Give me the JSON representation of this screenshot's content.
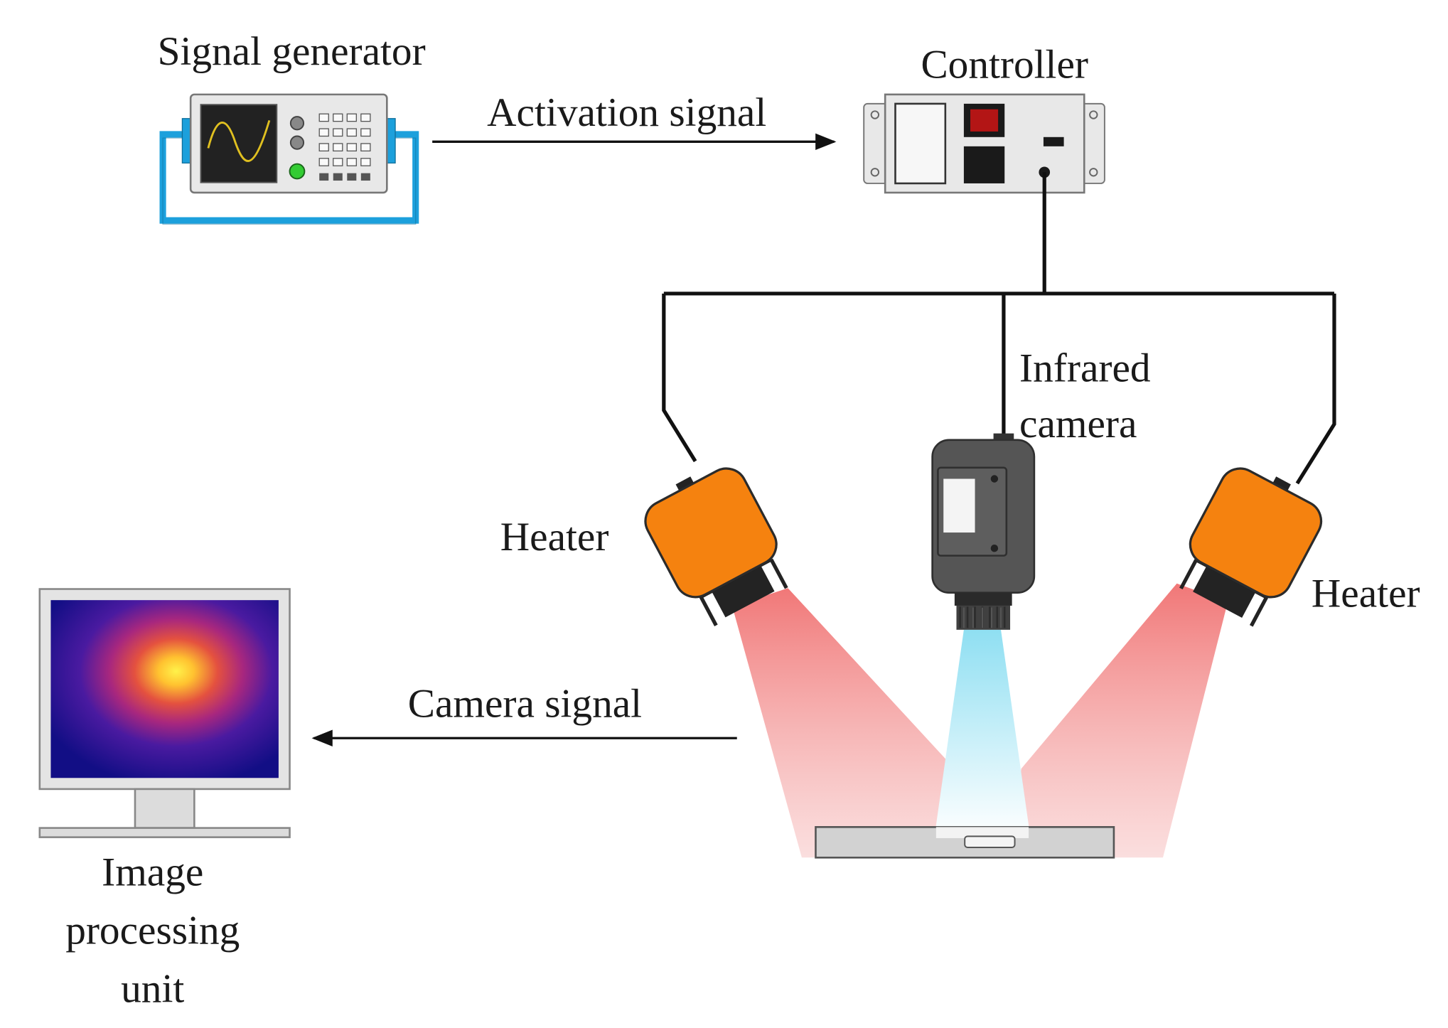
{
  "labels": {
    "signal_generator": "Signal generator",
    "controller": "Controller",
    "activation_signal": "Activation signal",
    "infrared_camera_line1": "Infrared",
    "infrared_camera_line2": "camera",
    "heater_left": "Heater",
    "heater_right": "Heater",
    "camera_signal": "Camera signal",
    "processing_unit_line1": "Image",
    "processing_unit_line2": "processing",
    "processing_unit_line3": "unit"
  },
  "colors": {
    "heater": "#f5820f",
    "heater_outline": "#2b2b2b",
    "camera_body": "#555555",
    "camera_window": "#f4f4f4",
    "device_panel": "#e4e4e4",
    "device_outline": "#777777",
    "cable_blue": "#1ca0dc",
    "screen_dark": "#15127a",
    "waveform": "#e0c020",
    "led_green": "#33cc33",
    "controller_red": "#b31515",
    "heat_beam": "#f26b6b",
    "ir_beam": "#9fe6f5",
    "wire": "#111111"
  },
  "icons": {
    "signal_generator": "signal-generator-icon",
    "controller": "controller-icon",
    "infrared_camera": "infrared-camera-icon",
    "heater": "heater-lamp-icon",
    "monitor": "monitor-icon",
    "specimen": "specimen-plate-icon"
  }
}
